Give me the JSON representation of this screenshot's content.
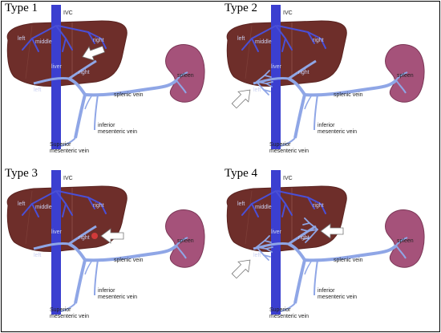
{
  "panels": [
    {
      "title": "Type 1",
      "labels": {
        "ivc": "IVC",
        "left_hepatic": "left",
        "middle_hepatic": "middle",
        "right_hepatic": "right",
        "liver": "liver",
        "right_portal": "right",
        "left_portal": "left",
        "splenic_vein": "splenic vein",
        "spleen": "spleen",
        "sup_mesenteric_1": "Superior",
        "sup_mesenteric_2": "mesenteric vein",
        "inf_mesenteric_1": "inferior",
        "inf_mesenteric_2": "mesenteric vein"
      }
    },
    {
      "title": "Type 2",
      "labels": {
        "ivc": "IVC",
        "left_hepatic": "left",
        "middle_hepatic": "middle",
        "right_hepatic": "right",
        "liver": "liver",
        "right_portal": "right",
        "left_portal": "left",
        "splenic_vein": "splenic vein",
        "spleen": "spleen",
        "sup_mesenteric_1": "Superior",
        "sup_mesenteric_2": "mesenteric vein",
        "inf_mesenteric_1": "inferior",
        "inf_mesenteric_2": "mesenteric vein"
      }
    },
    {
      "title": "Type 3",
      "labels": {
        "ivc": "IVC",
        "left_hepatic": "left",
        "middle_hepatic": "middle",
        "right_hepatic": "right",
        "liver": "liver",
        "right_portal": "right",
        "left_portal": "left",
        "splenic_vein": "splenic vein",
        "spleen": "spleen",
        "sup_mesenteric_1": "Superior",
        "sup_mesenteric_2": "mesenteric vein",
        "inf_mesenteric_1": "inferior",
        "inf_mesenteric_2": "mesenteric vein"
      }
    },
    {
      "title": "Type 4",
      "labels": {
        "ivc": "IVC",
        "left_hepatic": "left",
        "middle_hepatic": "middle",
        "right_hepatic": "right",
        "liver": "liver",
        "right_portal": "right",
        "left_portal": "left",
        "splenic_vein": "splenic vein",
        "spleen": "spleen",
        "sup_mesenteric_1": "Superior",
        "sup_mesenteric_2": "mesenteric vein",
        "inf_mesenteric_1": "inferior",
        "inf_mesenteric_2": "mesenteric vein"
      }
    }
  ],
  "colors": {
    "liver": "#6e2e2a",
    "liver_edge": "#5a2320",
    "ivc": "#3b3fd0",
    "vein": "#8fa6e6",
    "vein_dark": "#6f86d6",
    "spleen": "#a5527a",
    "arrow": "#ffffff"
  }
}
